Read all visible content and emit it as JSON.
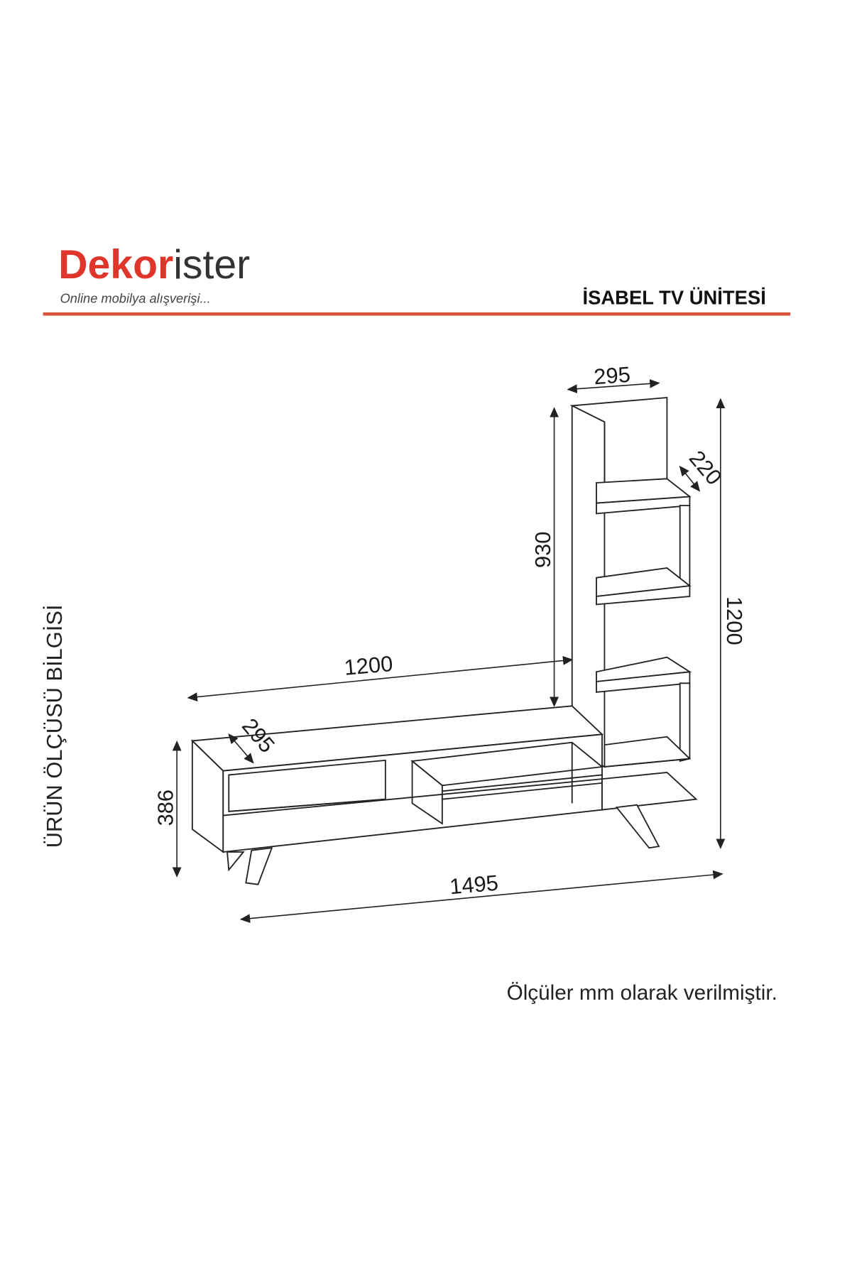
{
  "brand": {
    "logo_part1": "Dekor",
    "logo_part2": "ister",
    "tagline": "Online mobilya alışverişi...",
    "brand_color": "#e0352b",
    "rule_color": "#d9533a"
  },
  "product_title": "İSABEL TV ÜNİTESİ",
  "side_label": "ÜRÜN ÖLÇÜSÜ BİLGİSİ",
  "dimensions": {
    "shelf_width": "295",
    "shelf_depth": "220",
    "shelf_height": "930",
    "total_height": "1200",
    "tv_length": "1200",
    "tv_depth": "295",
    "tv_height": "386",
    "total_width": "1495"
  },
  "note": "Ölçüler mm olarak verilmiştir."
}
